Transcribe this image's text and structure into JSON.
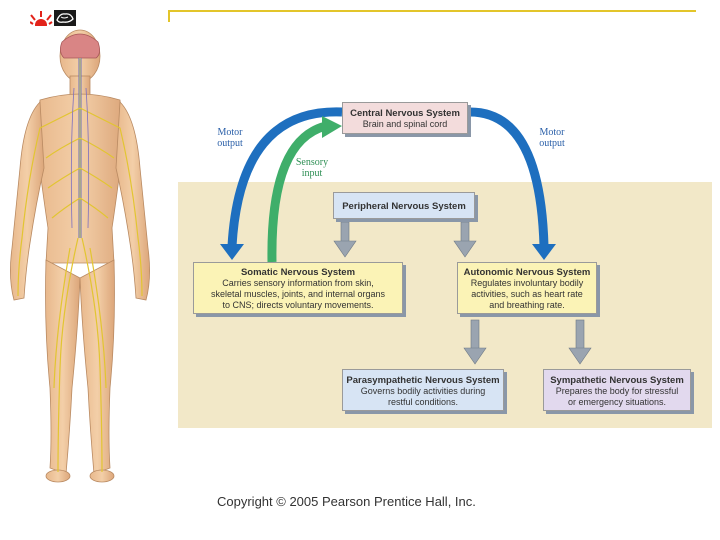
{
  "logo": {
    "icons": [
      "sunburst-logo-icon",
      "brain-logo-icon"
    ]
  },
  "diagram": {
    "cns": {
      "title": "Central Nervous System",
      "desc": "Brain and spinal cord"
    },
    "pns": {
      "title": "Peripheral Nervous System"
    },
    "somatic": {
      "title": "Somatic Nervous System",
      "lines": [
        "Carries sensory information from skin,",
        "skeletal muscles, joints, and internal organs",
        "to CNS; directs voluntary movements."
      ]
    },
    "autonomic": {
      "title": "Autonomic Nervous System",
      "lines": [
        "Regulates involuntary bodily",
        "activities, such as heart rate",
        "and breathing rate."
      ]
    },
    "parasympathetic": {
      "title": "Parasympathetic Nervous System",
      "lines": [
        "Governs bodily activities during",
        "restful conditions."
      ]
    },
    "sympathetic": {
      "title": "Sympathetic Nervous System",
      "lines": [
        "Prepares the body for stressful",
        "or emergency situations."
      ]
    },
    "labels": {
      "motor_left": [
        "Motor",
        "output"
      ],
      "sensory": [
        "Sensory",
        "input"
      ],
      "motor_right": [
        "Motor",
        "output"
      ]
    }
  },
  "colors": {
    "accent_line": "#e3c52a",
    "motor_arrow": "#1e6fbf",
    "sensory_arrow": "#3fae6a",
    "panel": "#f2e8c8",
    "box_yellow": "#fbf3b6",
    "box_blue": "#d7e4f4",
    "box_purple": "#e2d9ee",
    "box_pink": "#f3dcdc"
  },
  "copyright": "Copyright © 2005 Pearson Prentice Hall, Inc."
}
